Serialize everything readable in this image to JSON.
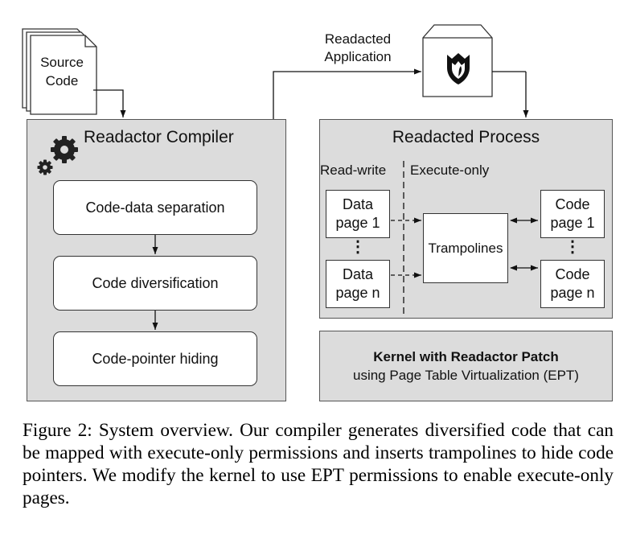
{
  "source": {
    "line1": "Source",
    "line2": "Code"
  },
  "app": {
    "line1": "Readacted",
    "line2": "Application"
  },
  "compiler": {
    "title": "Readactor Compiler",
    "steps": [
      "Code-data separation",
      "Code diversification",
      "Code-pointer hiding"
    ]
  },
  "process": {
    "title": "Readacted Process",
    "left_label": "Read-write",
    "right_label": "Execute-only",
    "data_page_1": {
      "line1": "Data",
      "line2": "page 1"
    },
    "data_page_n": {
      "line1": "Data",
      "line2": "page n"
    },
    "code_page_1": {
      "line1": "Code",
      "line2": "page 1"
    },
    "code_page_n": {
      "line1": "Code",
      "line2": "page n"
    },
    "trampolines": "Trampolines",
    "ellipsis": "⋮"
  },
  "kernel": {
    "title": "Kernel with Readactor Patch",
    "subtitle": "using Page Table Virtualization (EPT)"
  },
  "caption": "Figure 2: System overview. Our compiler generates diversified code that can be mapped with execute-only permissions and inserts trampolines to hide code pointers. We modify the kernel to use EPT permissions to enable execute-only pages."
}
